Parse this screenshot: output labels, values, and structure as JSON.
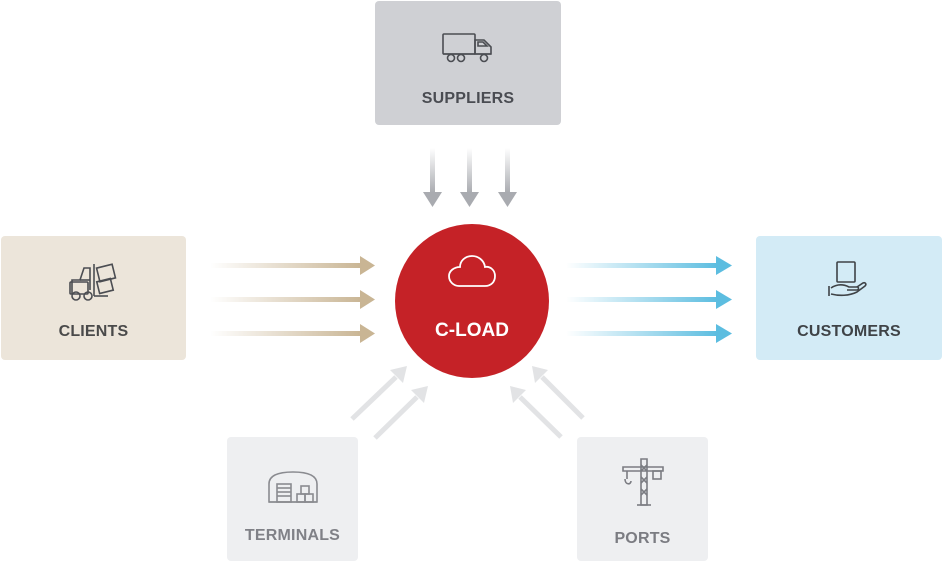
{
  "colors": {
    "suppliers_bg": "#cfd0d4",
    "suppliers_text": "#4a4c52",
    "clients_bg": "#ece5da",
    "clients_text": "#4a4a4a",
    "customers_bg": "#d3ebf6",
    "customers_text": "#3f4347",
    "terminals_bg": "#eeeff1",
    "terminals_text": "#808187",
    "ports_bg": "#eeeff1",
    "ports_text": "#7b7c82",
    "hub": "#c52227",
    "arrow_suppliers": "#a9abb0",
    "arrow_clients": "#c9b594",
    "arrow_customers": "#5cbde0",
    "arrow_faint": "#e2e3e5",
    "icon_stroke": "#4b4d52",
    "icon_faint": "#8a8b90"
  },
  "nodes": {
    "suppliers": {
      "label": "SUPPLIERS",
      "icon": "truck-icon"
    },
    "clients": {
      "label": "CLIENTS",
      "icon": "forklift-icon"
    },
    "customers": {
      "label": "CUSTOMERS",
      "icon": "hand-box-icon"
    },
    "terminals": {
      "label": "TERMINALS",
      "icon": "warehouse-icon"
    },
    "ports": {
      "label": "PORTS",
      "icon": "crane-icon"
    }
  },
  "hub": {
    "label": "C-LOAD",
    "icon": "cloud-icon"
  }
}
